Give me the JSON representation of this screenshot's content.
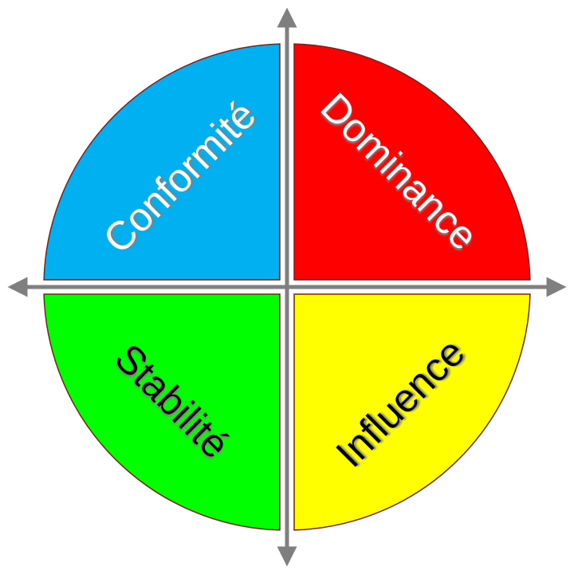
{
  "quadrants": {
    "conformite": {
      "label": "Conformité",
      "color": "#00B0F0",
      "text_color": "#FFFFFF"
    },
    "dominance": {
      "label": "Dominance",
      "color": "#FF0000",
      "text_color": "#FFFFFF"
    },
    "stabilite": {
      "label": "Stabilité",
      "color": "#00FF00",
      "text_color": "#000000"
    },
    "influence": {
      "label": "Influence",
      "color": "#FFFF00",
      "text_color": "#000000"
    }
  },
  "colors": {
    "outline": "#7F1F1F",
    "axis": "#7F7F7F",
    "shadow": "#808080"
  }
}
